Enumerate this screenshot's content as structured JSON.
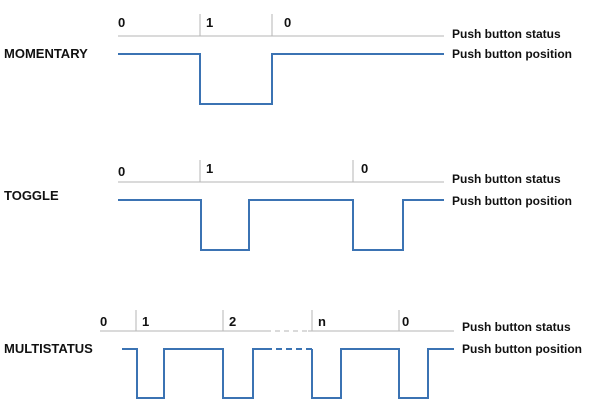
{
  "colors": {
    "signal": "#3b73b3",
    "status_line": "#b5b5b5",
    "text": "#111111",
    "background": "#ffffff"
  },
  "sections": {
    "momentary": {
      "title": "MOMENTARY",
      "states": [
        "0",
        "1",
        "0"
      ],
      "status_label": "Push button status",
      "position_label": "Push button position"
    },
    "toggle": {
      "title": "TOGGLE",
      "states": [
        "0",
        "1",
        "0"
      ],
      "status_label": "Push button status",
      "position_label": "Push button position"
    },
    "multistatus": {
      "title": "MULTISTATUS",
      "states": [
        "0",
        "1",
        "2",
        "n",
        "0"
      ],
      "status_label": "Push button status",
      "position_label": "Push button position"
    }
  }
}
